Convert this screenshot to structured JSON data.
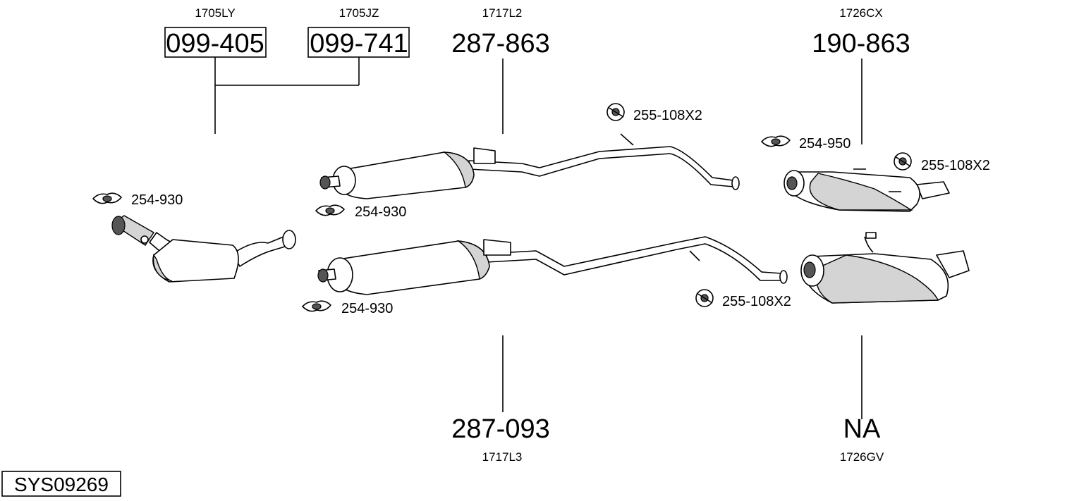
{
  "diagram": {
    "system_code": "SYS09269",
    "parts": {
      "cat": {
        "oem": "1705LY",
        "number": "099-405"
      },
      "cat_alt": {
        "oem": "1705JZ",
        "number": "099-741"
      },
      "mid_top": {
        "oem": "1717L2",
        "number": "287-863"
      },
      "rear_top": {
        "oem": "1726CX",
        "number": "190-863"
      },
      "mid_bottom": {
        "oem": "1717L3",
        "number": "287-093"
      },
      "rear_bottom": {
        "oem": "1726GV",
        "number": "NA"
      }
    },
    "fittings": {
      "clamp_cat": "254-930",
      "clamp_mid_top": "254-930",
      "clamp_mid_bottom": "254-930",
      "clamp_rear": "254-950",
      "hanger_mid_top": "255-108X2",
      "hanger_rear": "255-108X2",
      "hanger_mid_bottom": "255-108X2"
    }
  }
}
